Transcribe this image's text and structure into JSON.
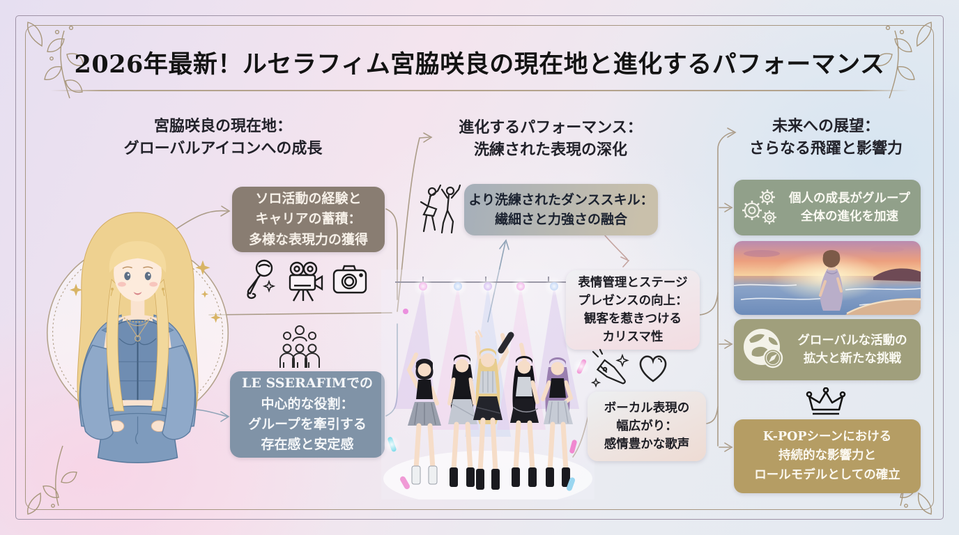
{
  "title": "2026年最新！ルセラフィム宮脇咲良の現在地と進化するパフォーマンス",
  "columns": {
    "left": {
      "header": "宮脇咲良の現在地：\nグローバルアイコンへの成長",
      "box_solo": "ソロ活動の経験と\nキャリアの蓄積：\n多様な表現力の獲得",
      "box_role": "LE SSERAFIMでの\n中心的な役割：\nグループを牽引する\n存在感と安定感",
      "icons": [
        "microphone-icon",
        "video-camera-icon",
        "camera-icon",
        "people-group-icon"
      ],
      "illustration": "sakura-portrait-blonde-denim"
    },
    "center": {
      "header": "進化するパフォーマンス：\n洗練された表現の深化",
      "box_dance": "より洗練されたダンススキル：\n繊細さと力強さの融合",
      "box_stage": "表情管理とステージ\nプレゼンスの向上：\n観客を惹きつける\nカリスマ性",
      "box_vocal": "ボーカル表現の\n幅広がり：\n感情豊かな歌声",
      "icons": [
        "dancers-icon",
        "lightstick-icon",
        "heart-icon"
      ],
      "illustration": "girl-group-stage-performance"
    },
    "right": {
      "header": "未来への展望：\nさらなる飛躍と影響力",
      "box_growth": "個人の成長がグループ\n全体の進化を加速",
      "box_global": "グローバルな活動の\n拡大と新たな挑戦",
      "box_kpop": "K-POPシーンにおける\n持続的な影響力と\nロールモデルとしての確立",
      "icons": [
        "gears-icon",
        "globe-compass-icon",
        "crown-icon"
      ],
      "illustration": "beach-sunset-woman"
    }
  },
  "colors": {
    "box_taupe": "#897d72",
    "box_bluegray": "#8093a7",
    "box_sage": "#91a08a",
    "box_olive": "#a09f7c",
    "box_gold": "#b59d64",
    "connector_tan": "#ab9c88",
    "connector_blue": "#8fa3b7",
    "frame_outer": "#9e92a6",
    "frame_inner": "#a79681"
  }
}
